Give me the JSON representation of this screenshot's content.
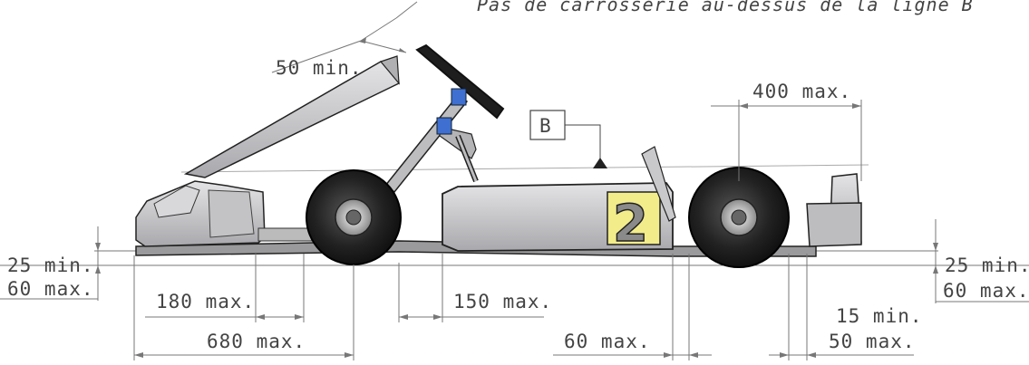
{
  "note_top": "Pas de carrosserie au-dessus de la ligne B",
  "line_label": "B",
  "number_plate": "2",
  "dimensions": {
    "steering_clearance": "50 min.",
    "rear_bumper_width": "400 max.",
    "ground_left_min": "25 min.",
    "ground_left_max": "60 max.",
    "ground_right_min": "25 min.",
    "ground_right_max": "60 max.",
    "front_overhang": "180 max.",
    "front_total": "680 max.",
    "side_gap": "150 max.",
    "rear_gap": "60 max.",
    "rear_bumper_min": "15 min.",
    "rear_bumper_max": "50 max."
  },
  "colors": {
    "body_fill": "#c9c9cc",
    "plate_fill": "#f2ec8a",
    "joint_blue": "#3f6fd0",
    "tyre": "#1b1b1b"
  }
}
